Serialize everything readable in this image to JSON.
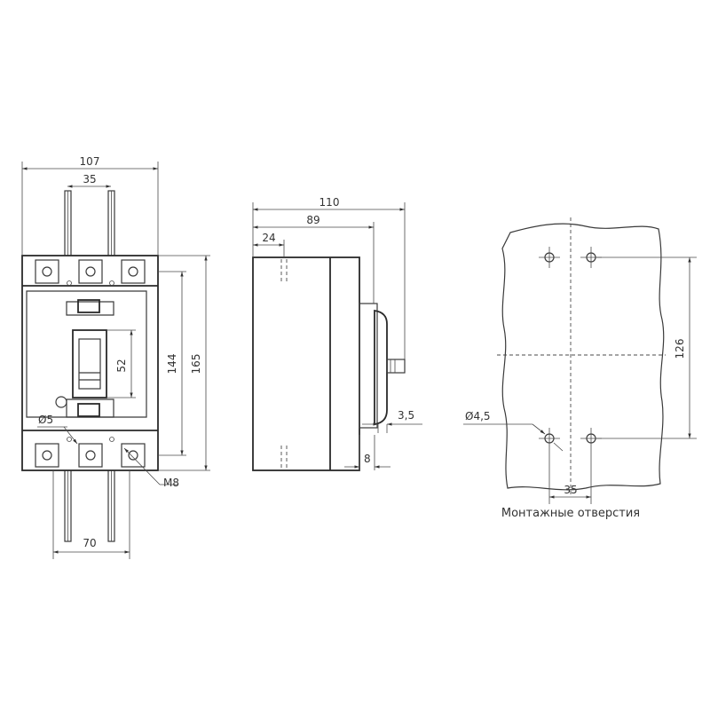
{
  "front_view": {
    "dim_width": "107",
    "dim_pole_pitch": "35",
    "dim_height_inner": "144",
    "dim_height_total": "165",
    "dim_handle": "52",
    "dim_hole_diameter": "Ø5",
    "dim_thread": "M8",
    "dim_bottom": "70"
  },
  "side_view": {
    "dim_depth_total": "110",
    "dim_depth_body": "89",
    "dim_depth_front": "24",
    "dim_handle_offset": "3,5",
    "dim_base": "8"
  },
  "mounting_view": {
    "dim_vertical": "126",
    "dim_hole": "Ø4,5",
    "dim_horizontal": "35",
    "caption": "Монтажные отверстия"
  }
}
